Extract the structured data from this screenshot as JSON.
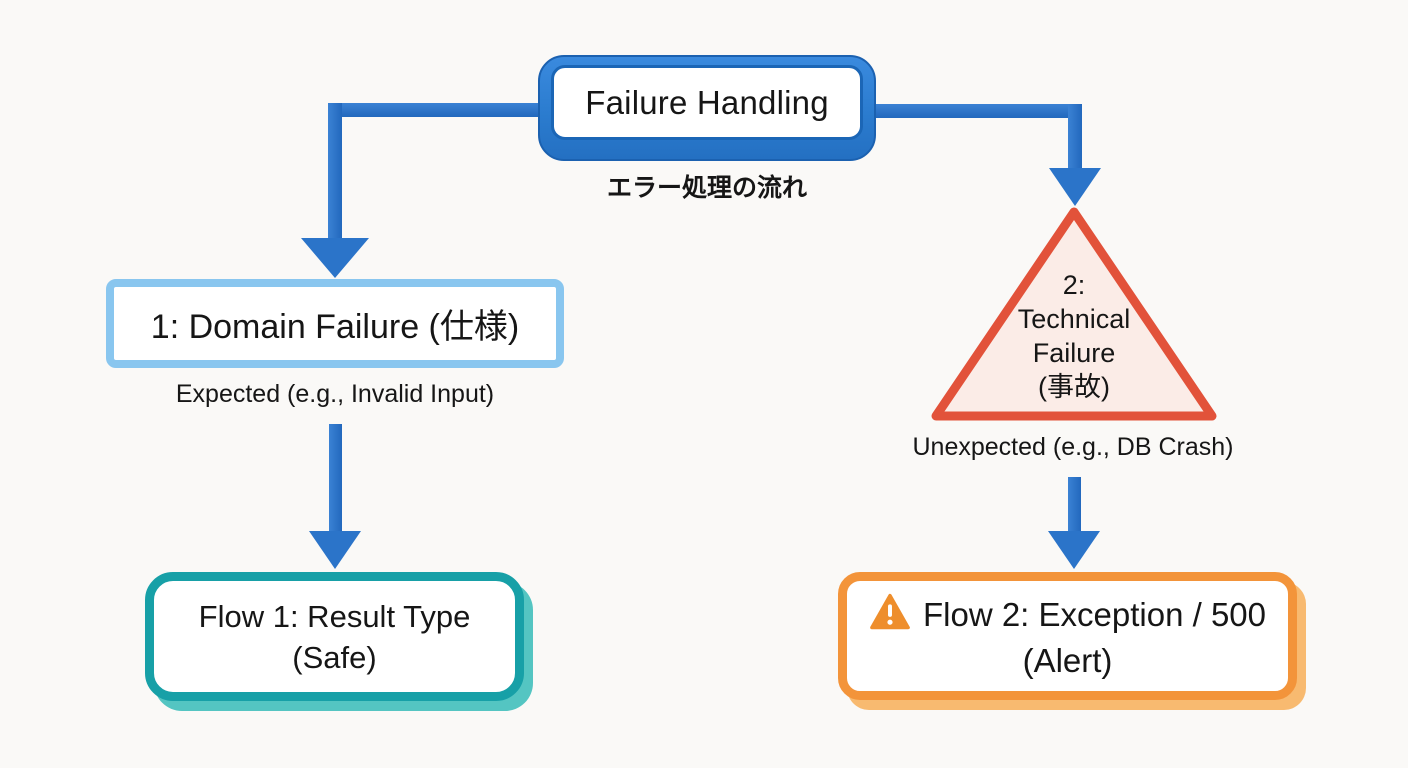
{
  "diagram": {
    "title_node": {
      "label": "Failure Handling",
      "subtitle": "エラー処理の流れ",
      "fill_color": "#2b7ccf",
      "border_color": "#1b66b6"
    },
    "arrow_color": "#2b74c9",
    "branch_left": {
      "node_label": "1: Domain Failure (仕様)",
      "node_border_color": "#89c6ef",
      "caption": "Expected (e.g., Invalid Input)",
      "result_line1": "Flow 1: Result Type",
      "result_line2": "(Safe)",
      "result_border_color": "#17a0a7",
      "result_shadow_color": "#54c5c2"
    },
    "branch_right": {
      "node_line1": "2:",
      "node_line2": "Technical",
      "node_line3": "Failure",
      "node_line4": "(事故)",
      "node_border_color": "#e2523a",
      "node_fill_color": "#fbece7",
      "caption": "Unexpected (e.g., DB Crash)",
      "result_line1": "Flow 2: Exception / 500",
      "result_line2": "(Alert)",
      "result_border_color": "#f3943a",
      "result_shadow_color": "#f8ba70",
      "warning_icon": "warning-triangle",
      "warning_icon_color": "#ee8e2c"
    }
  }
}
